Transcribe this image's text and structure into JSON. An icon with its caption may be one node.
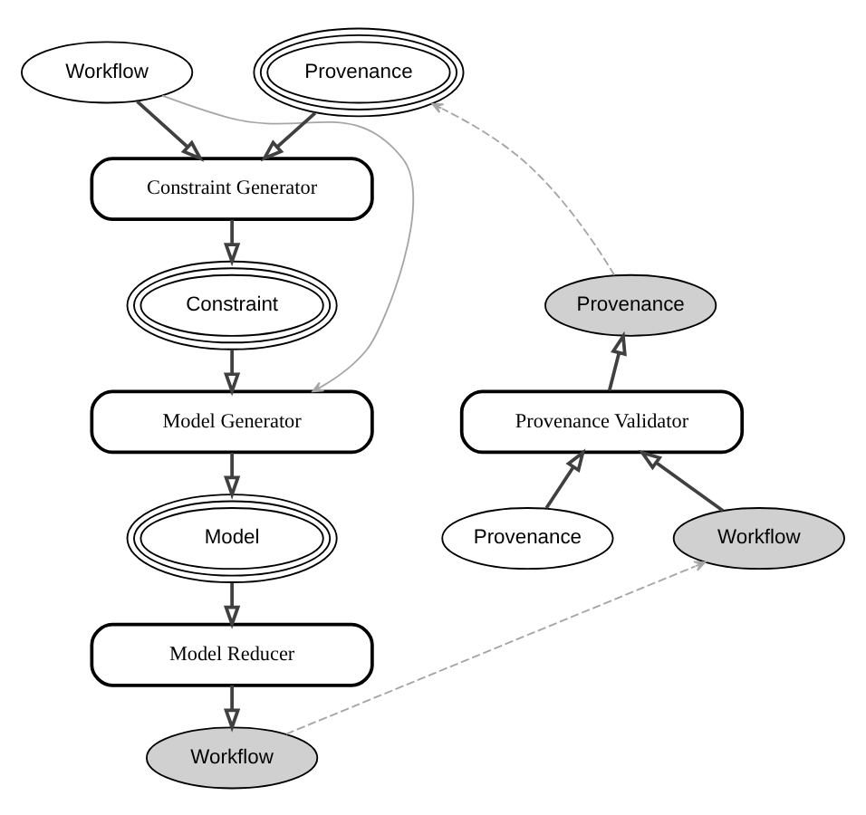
{
  "diagram": {
    "nodes": [
      {
        "text": [
          "Workflow"
        ]
      },
      {
        "text": [
          "Provenance"
        ]
      },
      {
        "text": [
          "Constraint Generator"
        ]
      },
      {
        "text": [
          "Constraint"
        ]
      },
      {
        "text": [
          "Model Generator"
        ]
      },
      {
        "text": [
          "Model"
        ]
      },
      {
        "text": [
          "Model Reducer"
        ]
      },
      {
        "text": [
          "Workflow"
        ]
      },
      {
        "text": [
          "Provenance"
        ]
      },
      {
        "text": [
          "Provenance Validator"
        ]
      },
      {
        "text": [
          "Provenance"
        ]
      },
      {
        "text": [
          "Workflow"
        ]
      }
    ],
    "edges": [
      {
        "from": 0,
        "to": 2,
        "arrow": "to"
      },
      {
        "from": 1,
        "to": 2,
        "arrow": "to"
      },
      {
        "from": 2,
        "to": 3,
        "arrow": "to"
      },
      {
        "from": 3,
        "to": 4,
        "arrow": "to"
      },
      {
        "from": 0,
        "to": 4,
        "arrow": "to",
        "color": "#a6a6a6"
      },
      {
        "from": 4,
        "to": 5,
        "arrow": "to"
      },
      {
        "from": 5,
        "to": 6,
        "arrow": "to"
      },
      {
        "from": 6,
        "to": 7,
        "arrow": "to"
      },
      {
        "from": 7,
        "to": 11,
        "arrow": "to",
        "style": "dashed",
        "color": "#a6a6a6"
      },
      {
        "from": 8,
        "to": 1,
        "arrow": "to",
        "style": "dashed",
        "color": "#a6a6a6"
      },
      {
        "from": 9,
        "to": 8,
        "arrow": "to"
      },
      {
        "from": 10,
        "to": 9,
        "arrow": "to"
      },
      {
        "from": 11,
        "to": 9,
        "arrow": "to"
      }
    ]
  }
}
